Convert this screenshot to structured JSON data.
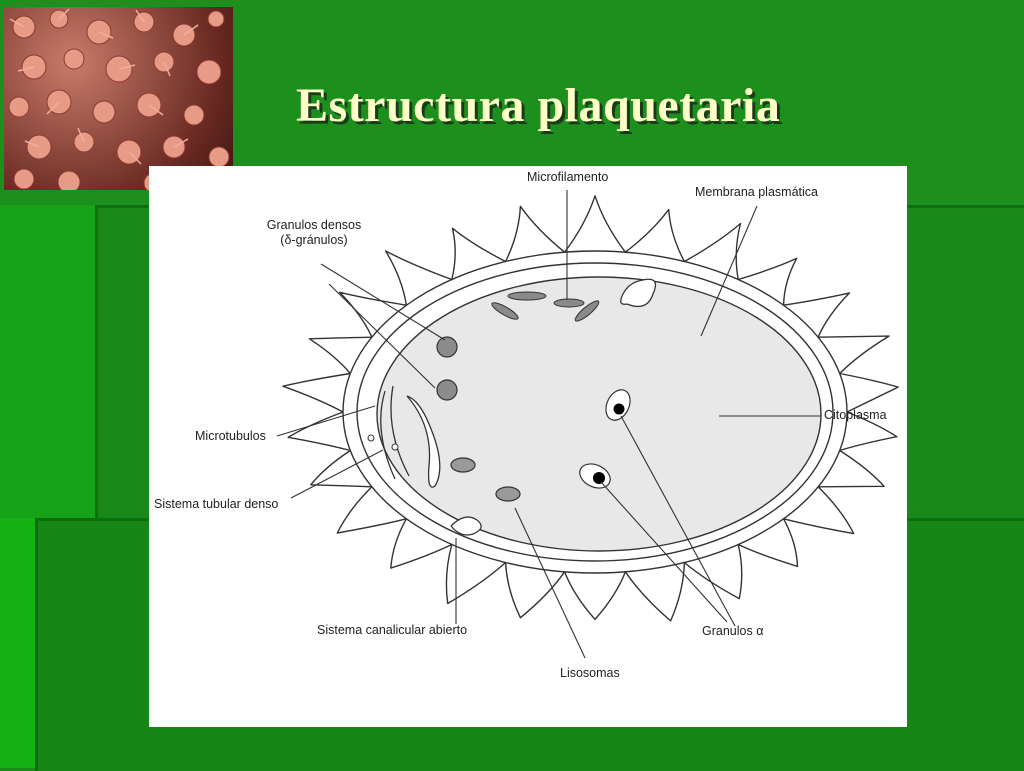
{
  "slide": {
    "title": "Estructura plaquetaria"
  },
  "diagram": {
    "labels": {
      "granulos_densos_line1": "Granulos densos",
      "granulos_densos_line2": "(δ-gránulos)",
      "microfilamento": "Microfilamento",
      "membrana_plasmatica": "Membrana plasmática",
      "citoplasma": "Citoplasma",
      "microtubulos": "Microtubulos",
      "sistema_tubular_denso": "Sistema tubular  denso",
      "sistema_canalicular_abierto": "Sistema canalicular abierto",
      "lisosomas": "Lisosomas",
      "granulos_alfa": "Granulos α"
    }
  },
  "colors": {
    "background": "#1a8a1a",
    "title": "#ffffc8",
    "panel": "#ffffff",
    "cytoplasm": "#e8e8e8",
    "organelle": "#9a9a9a"
  }
}
